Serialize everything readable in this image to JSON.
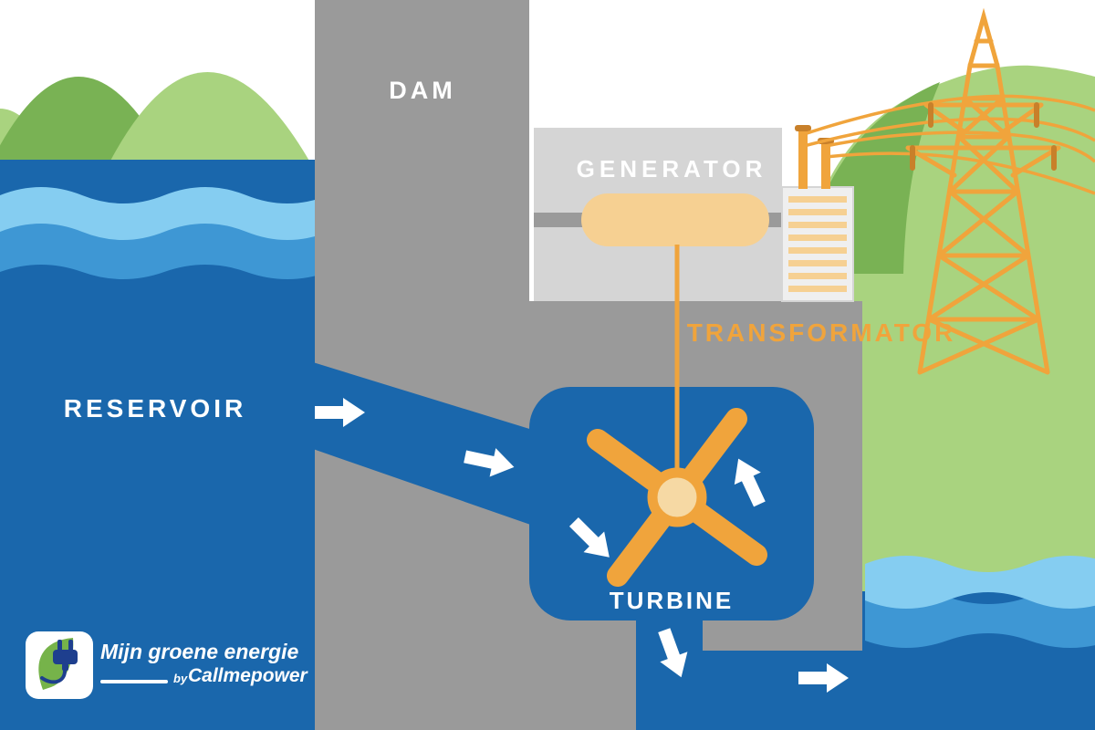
{
  "labels": {
    "dam": "DAM",
    "generator": "GENERATOR",
    "transformator": "TRANSFORMATOR",
    "reservoir": "RESERVOIR",
    "turbine": "TURBINE"
  },
  "logo": {
    "brand": "Mijn groene energie",
    "by_prefix": "by",
    "company": "Callmepower"
  },
  "icons": {
    "flow_arrow": "white directional flow arrow (SVG polygon)",
    "transmission_tower": "orange lattice electricity pylon (SVG lines)",
    "turbine_rotor": "orange 4-blade turbine rotor with hub (SVG)",
    "leaf": "green leaf in logo badge (SVG)",
    "power_plug": "navy power plug with cord in logo badge (SVG)"
  },
  "colors": {
    "water_dark": "#1a67ac",
    "water_light": "#85cdf1",
    "water_mid": "#3e97d4",
    "dam_gray": "#9a9a9a",
    "generator_gray": "#d5d5d5",
    "accent_orange": "#f0a43c",
    "orange_dark": "#c8802a",
    "capsule_tan": "#f6d092",
    "turbine_hub_tan": "#f6d9a4",
    "green_light": "#a9d37f",
    "green_dark": "#79b254",
    "logo_green": "#76b34a",
    "plug_navy": "#1e3f8e"
  }
}
